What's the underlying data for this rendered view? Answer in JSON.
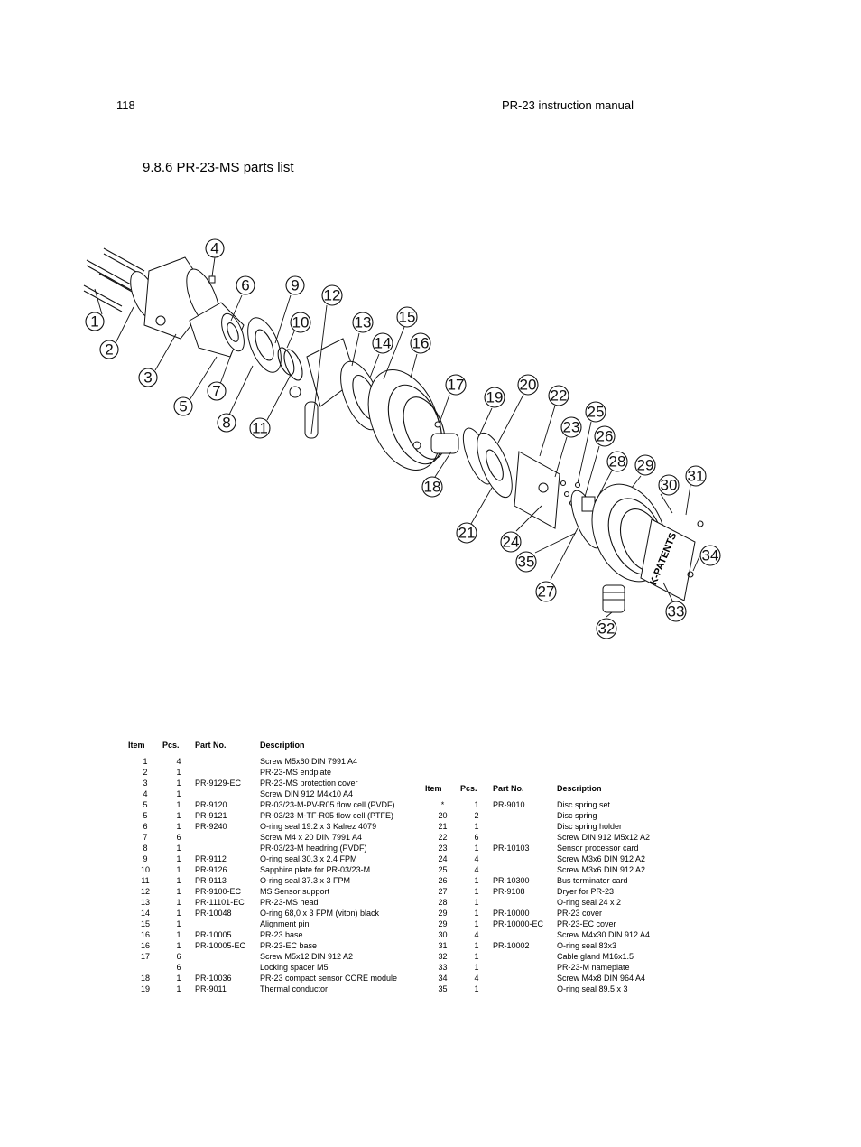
{
  "header": {
    "page_number": "118",
    "manual_title": "PR-23 instruction manual"
  },
  "section": {
    "heading": "9.8.6   PR-23-MS parts list"
  },
  "diagram": {
    "nameplate_text": "K-PATENTS",
    "callouts": [
      "1",
      "2",
      "3",
      "4",
      "5",
      "6",
      "7",
      "8",
      "9",
      "10",
      "11",
      "12",
      "13",
      "14",
      "15",
      "16",
      "17",
      "18",
      "19",
      "20",
      "21",
      "22",
      "23",
      "24",
      "25",
      "26",
      "27",
      "28",
      "29",
      "30",
      "31",
      "32",
      "33",
      "34",
      "35"
    ]
  },
  "columns": {
    "item": "Item",
    "pcs": "Pcs.",
    "part_no": "Part No.",
    "description": "Description"
  },
  "table_left": [
    {
      "item": "1",
      "pcs": "4",
      "part": "",
      "desc": "Screw M5x60 DIN 7991 A4"
    },
    {
      "item": "2",
      "pcs": "1",
      "part": "",
      "desc": "PR-23-MS endplate"
    },
    {
      "item": "3",
      "pcs": "1",
      "part": "PR-9129-EC",
      "desc": "PR-23-MS protection cover"
    },
    {
      "item": "4",
      "pcs": "1",
      "part": "",
      "desc": "Screw DIN 912 M4x10 A4"
    },
    {
      "item": "5",
      "pcs": "1",
      "part": "PR-9120",
      "desc": "PR-03/23-M-PV-R05 flow cell (PVDF)"
    },
    {
      "item": "5",
      "pcs": "1",
      "part": "PR-9121",
      "desc": "PR-03/23-M-TF-R05 flow cell (PTFE)"
    },
    {
      "item": "6",
      "pcs": "1",
      "part": "PR-9240",
      "desc": "O-ring seal 19.2 x 3 Kalrez 4079"
    },
    {
      "item": "7",
      "pcs": "6",
      "part": "",
      "desc": "Screw M4 x 20 DIN 7991 A4"
    },
    {
      "item": "8",
      "pcs": "1",
      "part": "",
      "desc": "PR-03/23-M headring (PVDF)"
    },
    {
      "item": "9",
      "pcs": "1",
      "part": "PR-9112",
      "desc": "O-ring seal 30.3 x 2.4 FPM"
    },
    {
      "item": "10",
      "pcs": "1",
      "part": "PR-9126",
      "desc": "Sapphire plate for PR-03/23-M"
    },
    {
      "item": "11",
      "pcs": "1",
      "part": "PR-9113",
      "desc": "O-ring seal 37.3 x 3 FPM"
    },
    {
      "item": "12",
      "pcs": "1",
      "part": "PR-9100-EC",
      "desc": "MS Sensor support"
    },
    {
      "item": "13",
      "pcs": "1",
      "part": "PR-11101-EC",
      "desc": "PR-23-MS head"
    },
    {
      "item": "14",
      "pcs": "1",
      "part": "PR-10048",
      "desc": "O-ring 68,0 x 3 FPM (viton) black"
    },
    {
      "item": "15",
      "pcs": "1",
      "part": "",
      "desc": "Alignment pin"
    },
    {
      "item": "16",
      "pcs": "1",
      "part": "PR-10005",
      "desc": "PR-23 base"
    },
    {
      "item": "16",
      "pcs": "1",
      "part": "PR-10005-EC",
      "desc": "PR-23-EC base"
    },
    {
      "item": "17",
      "pcs": "6",
      "part": "",
      "desc": "Screw M5x12 DIN 912 A2"
    },
    {
      "item": "",
      "pcs": "6",
      "part": "",
      "desc": "Locking spacer M5"
    },
    {
      "item": "18",
      "pcs": "1",
      "part": "PR-10036",
      "desc": "PR-23 compact sensor CORE module"
    },
    {
      "item": "19",
      "pcs": "1",
      "part": "PR-9011",
      "desc": "Thermal conductor"
    }
  ],
  "table_right": [
    {
      "item": "*",
      "pcs": "1",
      "part": "PR-9010",
      "desc": "Disc spring set"
    },
    {
      "item": "20",
      "pcs": "2",
      "part": "",
      "desc": "Disc spring"
    },
    {
      "item": "21",
      "pcs": "1",
      "part": "",
      "desc": "Disc spring holder"
    },
    {
      "item": "22",
      "pcs": "6",
      "part": "",
      "desc": "Screw DIN 912 M5x12 A2"
    },
    {
      "item": "23",
      "pcs": "1",
      "part": "PR-10103",
      "desc": "Sensor processor card"
    },
    {
      "item": "24",
      "pcs": "4",
      "part": "",
      "desc": "Screw M3x6 DIN 912 A2"
    },
    {
      "item": "25",
      "pcs": "4",
      "part": "",
      "desc": "Screw M3x6 DIN 912 A2"
    },
    {
      "item": "26",
      "pcs": "1",
      "part": "PR-10300",
      "desc": "Bus terminator card"
    },
    {
      "item": "27",
      "pcs": "1",
      "part": "PR-9108",
      "desc": "Dryer for PR-23"
    },
    {
      "item": "28",
      "pcs": "1",
      "part": "",
      "desc": "O-ring seal 24 x 2"
    },
    {
      "item": "29",
      "pcs": "1",
      "part": "PR-10000",
      "desc": "PR-23 cover"
    },
    {
      "item": "29",
      "pcs": "1",
      "part": "PR-10000-EC",
      "desc": "PR-23-EC cover"
    },
    {
      "item": "30",
      "pcs": "4",
      "part": "",
      "desc": "Screw M4x30 DIN 912 A4"
    },
    {
      "item": "31",
      "pcs": "1",
      "part": "PR-10002",
      "desc": "O-ring seal 83x3"
    },
    {
      "item": "32",
      "pcs": "1",
      "part": "",
      "desc": "Cable gland M16x1.5"
    },
    {
      "item": "33",
      "pcs": "1",
      "part": "",
      "desc": "PR-23-M nameplate"
    },
    {
      "item": "34",
      "pcs": "4",
      "part": "",
      "desc": "Screw M4x8 DIN 964 A4"
    },
    {
      "item": "35",
      "pcs": "1",
      "part": "",
      "desc": "O-ring seal 89.5 x 3"
    }
  ]
}
